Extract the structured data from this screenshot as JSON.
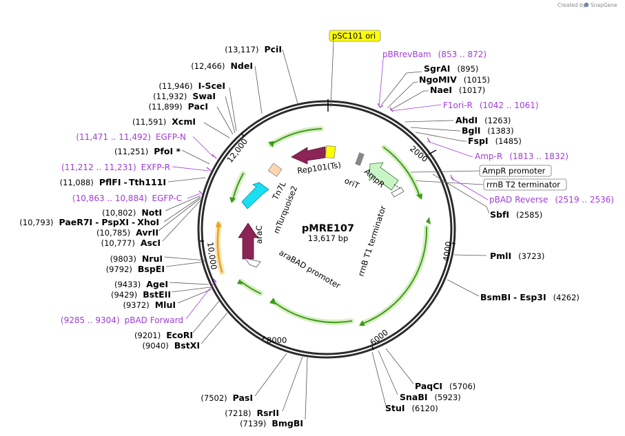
{
  "plasmid": {
    "name": "pMRE107",
    "length_label": "13,617 bp"
  },
  "credit": {
    "created_by": "Created by",
    "brand": "SnapGene"
  },
  "ticks": [
    "2000",
    "4000",
    "6000",
    "8000",
    "10,000",
    "12,000"
  ],
  "boxed_features": {
    "ori": "pSC101 ori",
    "ampr_promoter": "AmpR promoter",
    "rrnb_t2": "rrnB T2 terminator"
  },
  "features": {
    "rep101": "Rep101(Ts)",
    "orit": "oriT",
    "ampr": "AmpR",
    "tn7l": "Tn7L",
    "mturquoise": "mTurquoise2",
    "arac": "araC",
    "arabad": "araBAD promoter",
    "rrnb_t1": "rrnB T1 terminator"
  },
  "primers": {
    "pbrrevbam": {
      "name": "pBRrevBam",
      "pos": "(853 .. 872)"
    },
    "f1orir": {
      "name": "F1ori-R",
      "pos": "(1042 .. 1061)"
    },
    "ampr": {
      "name": "Amp-R",
      "pos": "(1813 .. 1832)"
    },
    "pbadrev": {
      "name": "pBAD Reverse",
      "pos": "(2519 .. 2536)"
    },
    "egfpn": {
      "name": "EGFP-N",
      "pos": "(11,471 .. 11,492)"
    },
    "exfpr": {
      "name": "EXFP-R",
      "pos": "(11,212 .. 11,231)"
    },
    "egfpc": {
      "name": "EGFP-C",
      "pos": "(10,863 .. 10,884)"
    },
    "pbadfwd": {
      "name": "pBAD Forward",
      "pos": "(9285 .. 9304)"
    }
  },
  "sites": {
    "sgrai": {
      "name": "SgrAI",
      "pos": "(895)"
    },
    "ngomiv": {
      "name": "NgoMIV",
      "pos": "(1015)"
    },
    "naei": {
      "name": "NaeI",
      "pos": "(1017)"
    },
    "ahdi": {
      "name": "AhdI",
      "pos": "(1263)"
    },
    "bgli": {
      "name": "BglI",
      "pos": "(1383)"
    },
    "fspi": {
      "name": "FspI",
      "pos": "(1485)"
    },
    "sbfi": {
      "name": "SbfI",
      "pos": "(2585)"
    },
    "pmli": {
      "name": "PmlI",
      "pos": "(3723)"
    },
    "bsmbi": {
      "name": "BsmBI",
      "name2": "Esp3I",
      "pos": "(4262)"
    },
    "paqci": {
      "name": "PaqCI",
      "pos": "(5706)"
    },
    "snabi": {
      "name": "SnaBI",
      "pos": "(5923)"
    },
    "stui": {
      "name": "StuI",
      "pos": "(6120)"
    },
    "bmggi": {
      "name": "BmgBI",
      "pos": "(7139)"
    },
    "rsrii": {
      "name": "RsrII",
      "pos": "(7218)"
    },
    "pasi": {
      "name": "PasI",
      "pos": "(7502)"
    },
    "bstxi": {
      "name": "BstXI",
      "pos": "(9040)"
    },
    "ecori": {
      "name": "EcoRI",
      "pos": "(9201)"
    },
    "mlui": {
      "name": "MluI",
      "pos": "(9372)"
    },
    "bsteii": {
      "name": "BstEII",
      "pos": "(9429)"
    },
    "agei": {
      "name": "AgeI",
      "pos": "(9433)"
    },
    "bspei": {
      "name": "BspEI",
      "pos": "(9792)"
    },
    "nrui": {
      "name": "NruI",
      "pos": "(9803)"
    },
    "asci": {
      "name": "AscI",
      "pos": "(10,777)"
    },
    "avrii": {
      "name": "AvrII",
      "pos": "(10,785)"
    },
    "paer7i": {
      "name": "PaeR7I",
      "name2": "PspXI",
      "name3": "XhoI",
      "pos": "(10,793)"
    },
    "noti": {
      "name": "NotI",
      "pos": "(10,802)"
    },
    "pflfi": {
      "name": "PflFI",
      "name2": "Tth111I",
      "pos": "(11,088)"
    },
    "pfoi": {
      "name": "PfoI *",
      "pos": "(11,251)"
    },
    "xcmi": {
      "name": "XcmI",
      "pos": "(11,591)"
    },
    "paci": {
      "name": "PacI",
      "pos": "(11,899)"
    },
    "swai": {
      "name": "SwaI",
      "pos": "(11,932)"
    },
    "scei": {
      "name": "I-SceI",
      "pos": "(11,946)"
    },
    "ndei": {
      "name": "NdeI",
      "pos": "(12,466)"
    },
    "pcii": {
      "name": "PciI",
      "pos": "(13,117)"
    }
  },
  "colors": {
    "backbone": "#2b2b2b",
    "primer": "#a03cd6",
    "rep_arrow": "#8c2455",
    "ampr_arrow": "#c9f5c6",
    "mturquoise_arrow": "#18e0f2",
    "ori_box": "#ffff00",
    "tn7l_box": "#fcd6b0",
    "terminator_grey": "#888888",
    "green_arrow": "#3f9a1c",
    "green_halo": "#d7efc2",
    "orange_arrow": "#e8a21e"
  }
}
